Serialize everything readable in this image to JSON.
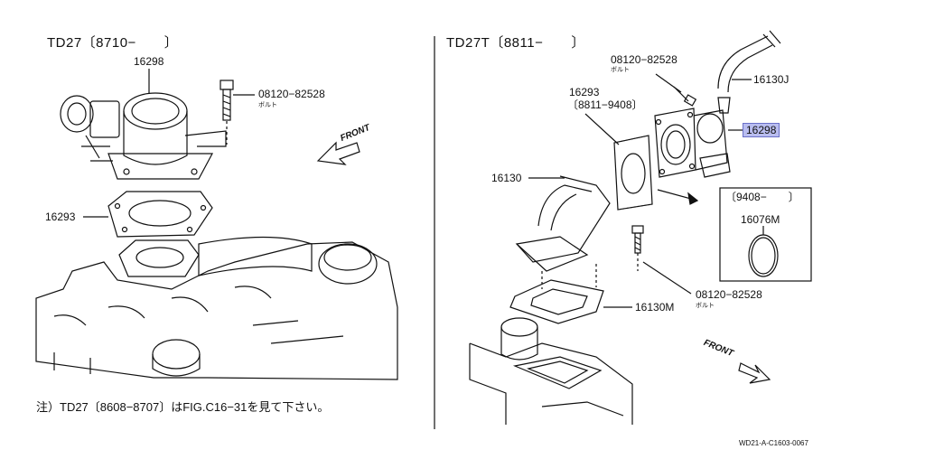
{
  "left": {
    "title": "TD27〔8710−　　〕",
    "labels": {
      "tb": "16298",
      "bolt": "08120−82528",
      "bolt_kana": "ボルト",
      "gasket": "16293"
    },
    "front": "FRONT"
  },
  "right": {
    "title": "TD27T〔8811−　　〕",
    "labels": {
      "bolt_top": "08120−82528",
      "bolt_top_kana": "ボルト",
      "hose": "16130J",
      "gasket": "16293",
      "gasket_range": "〔8811−9408〕",
      "tb_highlight": "16298",
      "pipe": "16130",
      "detail_range": "〔9408−　　〕",
      "oring": "16076M",
      "bolt_bottom": "08120−82528",
      "bolt_bottom_kana": "ボルト",
      "pipe_gasket": "16130M"
    },
    "front": "FRONT"
  },
  "note": "注）TD27〔8608−8707〕はFIG.C16−31を見て下さい。",
  "figure_code": "WD21-A-C1603-0067",
  "colors": {
    "highlight": "#b9bdf0",
    "line": "#111111"
  }
}
